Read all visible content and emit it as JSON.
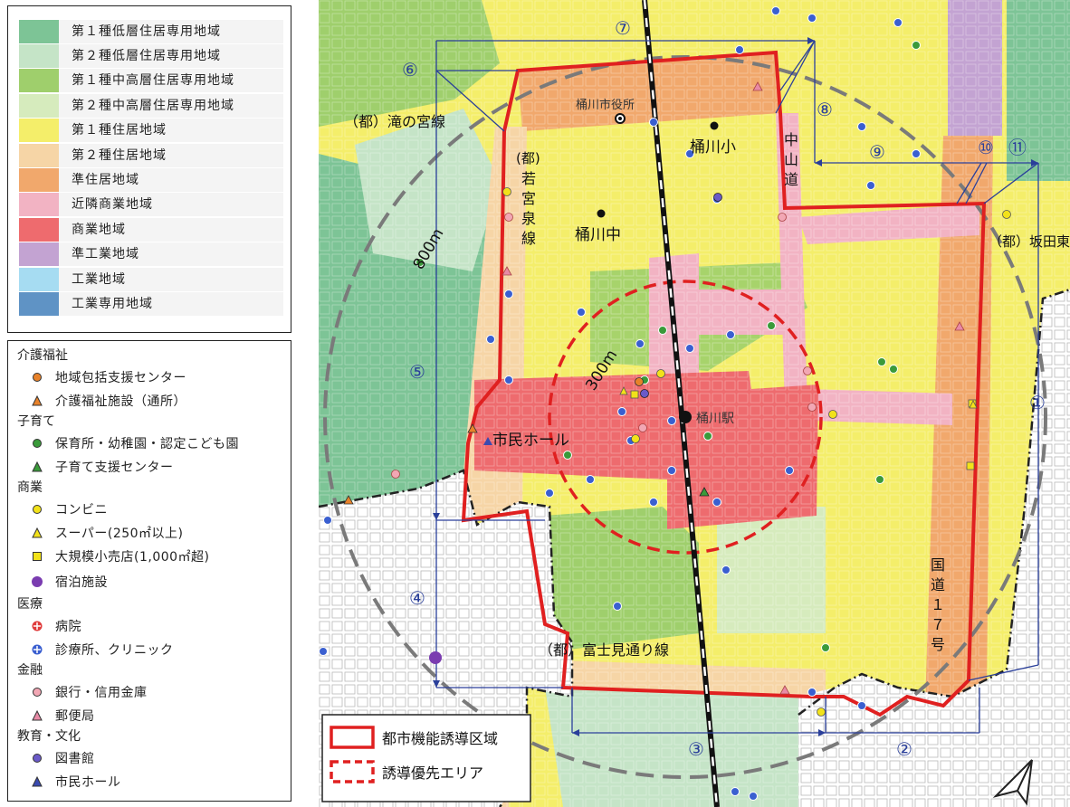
{
  "zone_legend": {
    "items": [
      {
        "label": "第１種低層住居専用地域",
        "color": "#7dc496"
      },
      {
        "label": "第２種低層住居専用地域",
        "color": "#c5e4c7"
      },
      {
        "label": "第１種中高層住居専用地域",
        "color": "#9fcf6c"
      },
      {
        "label": "第２種中高層住居専用地域",
        "color": "#d6ebbd"
      },
      {
        "label": "第１種住居地域",
        "color": "#f4ee6a"
      },
      {
        "label": "第２種住居地域",
        "color": "#f6d5a6"
      },
      {
        "label": "準住居地域",
        "color": "#f1a86c"
      },
      {
        "label": "近隣商業地域",
        "color": "#f2b3c3"
      },
      {
        "label": "商業地域",
        "color": "#ee6b6e"
      },
      {
        "label": "準工業地域",
        "color": "#c3a3d2"
      },
      {
        "label": "工業地域",
        "color": "#a6dcf2"
      },
      {
        "label": "工業専用地域",
        "color": "#5f93c5"
      }
    ]
  },
  "facility_legend": {
    "categories": [
      {
        "title": "介護福祉",
        "items": [
          {
            "label": "地域包括支援センター",
            "icon": "circle",
            "color": "#e8822a"
          },
          {
            "label": "介護福祉施設（通所）",
            "icon": "triangle",
            "color": "#e8822a"
          }
        ]
      },
      {
        "title": "子育て",
        "items": [
          {
            "label": "保育所・幼稚園・認定こども園",
            "icon": "circle",
            "color": "#3a9a3a"
          },
          {
            "label": "子育て支援センター",
            "icon": "triangle",
            "color": "#3a9a3a"
          }
        ]
      },
      {
        "title": "商業",
        "items": [
          {
            "label": "コンビニ",
            "icon": "circle",
            "color": "#f2e21a"
          },
          {
            "label": "スーパー(250㎡以上)",
            "icon": "triangle",
            "color": "#f2e21a"
          },
          {
            "label": "大規模小売店(1,000㎡超)",
            "icon": "square",
            "color": "#f2e21a"
          },
          {
            "label": "宿泊施設",
            "icon": "big-circle",
            "color": "#7a3cb0"
          }
        ]
      },
      {
        "title": "医療",
        "items": [
          {
            "label": "病院",
            "icon": "cross-circle",
            "color": "#e03c3c"
          },
          {
            "label": "診療所、クリニック",
            "icon": "cross-circle",
            "color": "#3a5fd0"
          }
        ]
      },
      {
        "title": "金融",
        "items": [
          {
            "label": "銀行・信用金庫",
            "icon": "circle",
            "color": "#f2a7b4"
          },
          {
            "label": "郵便局",
            "icon": "triangle",
            "color": "#e88aa6"
          }
        ]
      },
      {
        "title": "教育・文化",
        "items": [
          {
            "label": "図書館",
            "icon": "circle",
            "color": "#6a5ac8"
          },
          {
            "label": "市民ホール",
            "icon": "triangle",
            "color": "#3a4ab0"
          }
        ]
      }
    ]
  },
  "map": {
    "labels": {
      "city_hall": "桶川市役所",
      "okegawa_elementary": "桶川小",
      "okegawa_junior_high": "桶川中",
      "okegawa_station": "桶川駅",
      "civic_hall": "市民ホール",
      "radius_300": "300m",
      "radius_800": "800m",
      "road_takinomiya": "（都）滝の宮線",
      "road_wakamiya_1": "(都)",
      "road_wakamiya_2": "若",
      "road_wakamiya_3": "宮",
      "road_wakamiya_4": "泉",
      "road_wakamiya_5": "線",
      "road_nakasendo_1": "中",
      "road_nakasendo_2": "山",
      "road_nakasendo_3": "道",
      "road_sakata": "（都）坂田東",
      "road_fujimi": "（都）富士見通り線",
      "route17_1": "国",
      "route17_2": "道",
      "route17_3": "１",
      "route17_4": "７",
      "route17_5": "号"
    },
    "segments": [
      "①",
      "②",
      "③",
      "④",
      "⑤",
      "⑥",
      "⑦",
      "⑧",
      "⑨",
      "⑩",
      "⑪"
    ],
    "map_legend": {
      "induction_area": "都市機能誘導区域",
      "priority_area": "誘導優先エリア"
    },
    "colors": {
      "boundary_red": "#e02020",
      "measure_blue": "#2a3f9a",
      "circle_gray": "#7a7a7a",
      "commercial": "#ee6b6e",
      "neighborhood_commercial": "#f2b3c3",
      "residential_1": "#f4ee6a"
    }
  }
}
